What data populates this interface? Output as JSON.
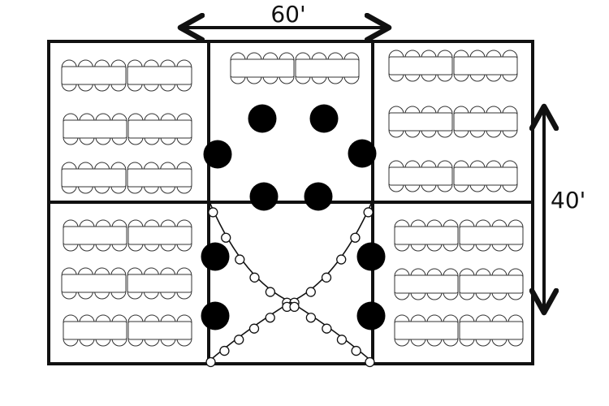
{
  "dimensions": {
    "width_label": "60'",
    "height_label": "40'"
  },
  "layout": {
    "banquet_sections": 5,
    "tables_per_row": 2,
    "chairs_per_table_side": 4,
    "pillar_count": 10,
    "string_light_runs": 2
  },
  "colors": {
    "outline": "#111111",
    "pillar": "#000000",
    "table_stroke": "#333333",
    "background": "#ffffff"
  }
}
